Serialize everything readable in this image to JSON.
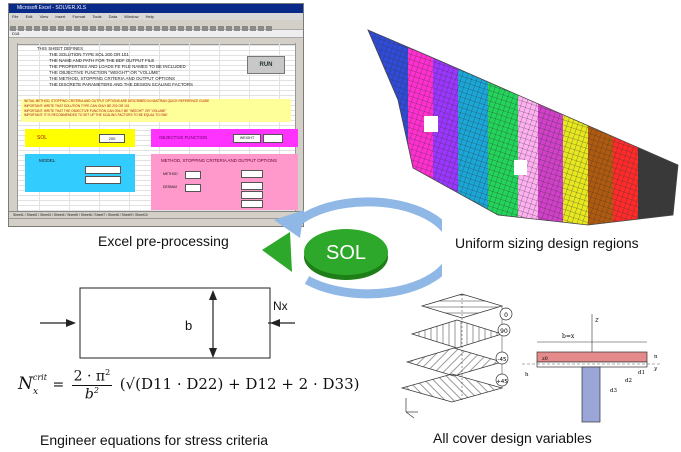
{
  "excel": {
    "title": "Microsoft Excel - SOLVER.XLS",
    "menu": [
      "File",
      "Edit",
      "View",
      "Insert",
      "Format",
      "Tools",
      "Data",
      "Window",
      "Help"
    ],
    "cell_ref": "D18",
    "header_lines": [
      "THIS SHEET DEFINES",
      "THE SOLUTION TYPE SOL 200 OR 101",
      "THE NAME AND PATH FOR THE BDF OUTPUT FILE",
      "THE PROPERTIES AND LOADS FE FILE NAMES TO BE INCLUDED",
      "THE OBJECTIVE FUNCTION \"WEIGHT\" OR \"VOLUME\"",
      "THE METHOD, STOPPING CRITERIA AND OUTPUT OPTIONS",
      "THE DISCRETE PARAMETERS AND THE DESIGN SCALING FACTORS"
    ],
    "run_label": "RUN",
    "notes": [
      "INITIAL METHOD, STOPPING CRITERIA AND OUTPUT OPTIONS ARE DESCRIBED IN NASTRAN QUICK REFERENCE GUIDE",
      "IMPORTANT: WRITE THAT SOLUTION TYPE CAN ONLY BE 200 OR 101",
      "IMPORTANT: WRITE THAT THE OBJECTIVE FUNCTION CAN ONLY BE \"WEIGHT\" OR \"VOLUME\"",
      "IMPORTANT: IT IS RECOMMENDED TO SET UP THE SCALING FACTORS TO BE EQUAL TO ONE"
    ],
    "sol_label": "SOL",
    "sol_value": "200",
    "objective_label": "OBJECTIVE FUNCTION",
    "objective_value": "WEIGHT",
    "model_label": "MODEL",
    "method_label": "METHOD, STOPPING CRITERIA AND OUTPUT OPTIONS",
    "method_field": "METHOD",
    "design_field": "DESMAX",
    "sheet_tabs": "Sheet1 / Sheet2 / Sheet3 / Sheet4 / Sheet5 / Sheet6 / Sheet7 / Sheet8 / Sheet9 / Sheet10"
  },
  "captions": {
    "excel": "Excel pre-processing",
    "regions": "Uniform sizing design regions",
    "stress": "Engineer equations for stress criteria",
    "cover": "All cover design variables",
    "center": "SOL"
  },
  "panel_diagram": {
    "b_label": "b",
    "nx_label": "Nx"
  },
  "formula": {
    "lhs_base": "N",
    "lhs_sub": "x",
    "lhs_sup": "crit",
    "num": "2 · π",
    "num_sup": "2",
    "den": "b",
    "den_sup": "2",
    "rhs": "(√(D11 · D22) + D12 + 2 · D33)"
  },
  "plies": {
    "angles": [
      "0",
      "90",
      "-45",
      "+45"
    ]
  },
  "section": {
    "width_label": "b=x",
    "labels": [
      "z",
      "n",
      "d1",
      "d2",
      "d3",
      "z0",
      "h",
      "y"
    ]
  },
  "colors": {
    "arrow_green": "#2ea82a",
    "arrow_blue": "#8fb8e6"
  }
}
